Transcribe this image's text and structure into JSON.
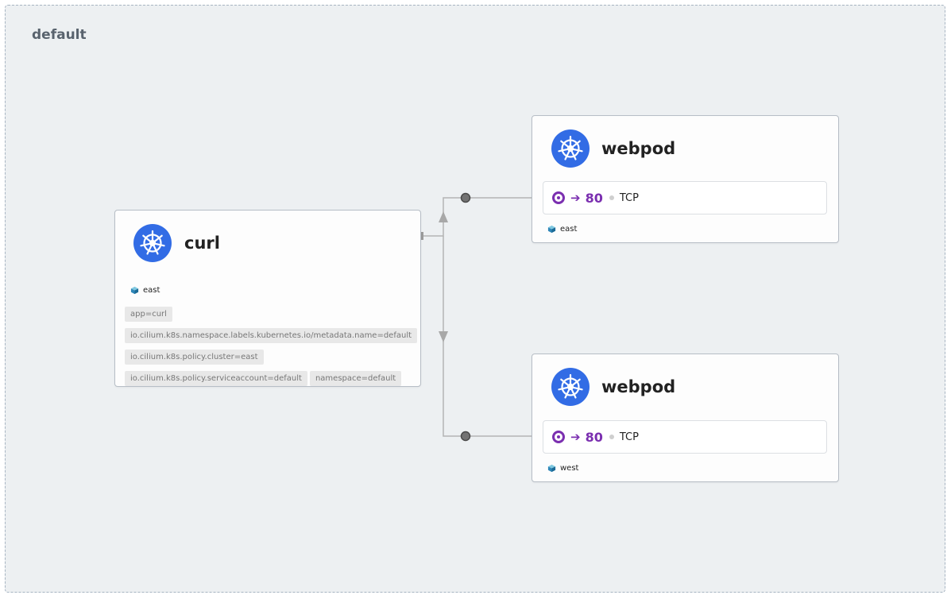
{
  "namespace": {
    "label": "default"
  },
  "source": {
    "title": "curl",
    "cluster": "east",
    "labels": [
      "app=curl",
      "io.cilium.k8s.namespace.labels.kubernetes.io/metadata.name=default",
      "io.cilium.k8s.policy.cluster=east",
      "io.cilium.k8s.policy.serviceaccount=default",
      "namespace=default"
    ]
  },
  "targets": [
    {
      "title": "webpod",
      "port": "80",
      "protocol": "TCP",
      "cluster": "east"
    },
    {
      "title": "webpod",
      "port": "80",
      "protocol": "TCP",
      "cluster": "west"
    }
  ],
  "colors": {
    "k8s_blue": "#326ce5",
    "port_purple": "#7b2fb0",
    "edge_gray": "#b0b0b0",
    "background": "#edf0f2"
  },
  "icons": {
    "service": "kubernetes-helm-icon",
    "cluster": "cube-icon",
    "port": "target-ring-icon",
    "arrow": "arrow-right-icon"
  }
}
